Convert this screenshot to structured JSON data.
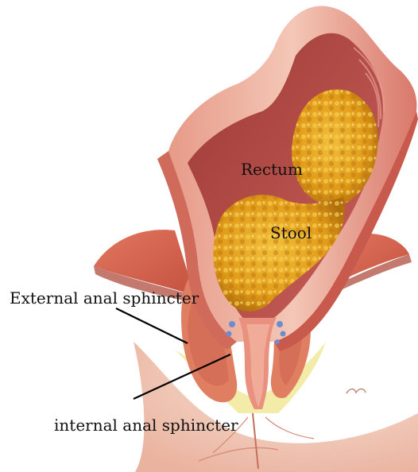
{
  "labels": {
    "rectum": "Rectum",
    "stool": "Stool",
    "external": "External anal sphincter",
    "internal": "internal anal sphincter"
  },
  "colors": {
    "tissue_dark": "#c0564a",
    "tissue_mid": "#e08a78",
    "tissue_light": "#f2c3b2",
    "lumen": "#b8473f",
    "stool": "#e3a019",
    "stool_dark": "#b06d0b",
    "fat": "#f0e6a0",
    "muscle": "#d8664f",
    "nerve_blue": "#6a86c9"
  }
}
